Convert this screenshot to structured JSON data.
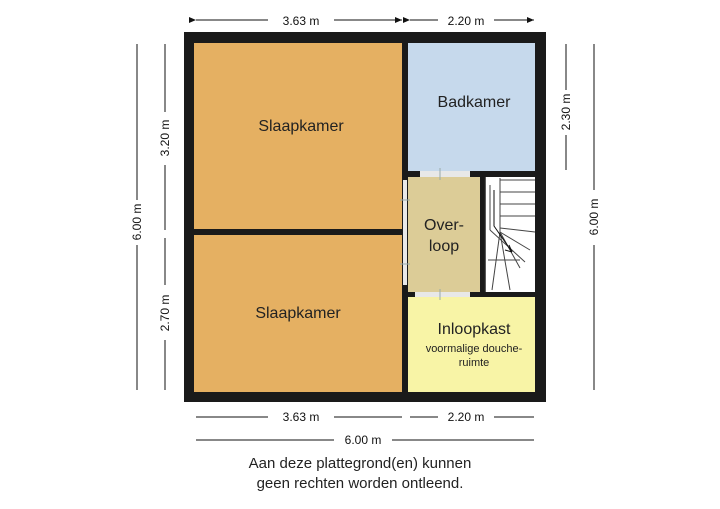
{
  "dimensions": {
    "top_left": "3.63 m",
    "top_right": "2.20 m",
    "bottom_left": "3.63 m",
    "bottom_right": "2.20 m",
    "bottom_total": "6.00 m",
    "left_total": "6.00 m",
    "left_upper": "3.20 m",
    "left_lower": "2.70 m",
    "right_upper": "2.30 m",
    "right_total": "6.00 m"
  },
  "rooms": {
    "bedroom_top": {
      "label": "Slaapkamer",
      "color": "#e5b062"
    },
    "bedroom_bottom": {
      "label": "Slaapkamer",
      "color": "#e5b062"
    },
    "bathroom": {
      "label": "Badkamer",
      "color": "#c6d9ec"
    },
    "landing": {
      "line1": "Over-",
      "line2": "loop",
      "color": "#dccc97"
    },
    "walkin": {
      "label": "Inloopkast",
      "sub1": "voormalige douche-",
      "sub2": "ruimte",
      "color": "#f8f4a6"
    }
  },
  "disclaimer": {
    "line1": "Aan deze plattegrond(en) kunnen",
    "line2": "geen rechten worden ontleend."
  },
  "colors": {
    "wall": "#1a1a1a",
    "stairs": "#ffffff",
    "dimension_line": "#111111"
  }
}
